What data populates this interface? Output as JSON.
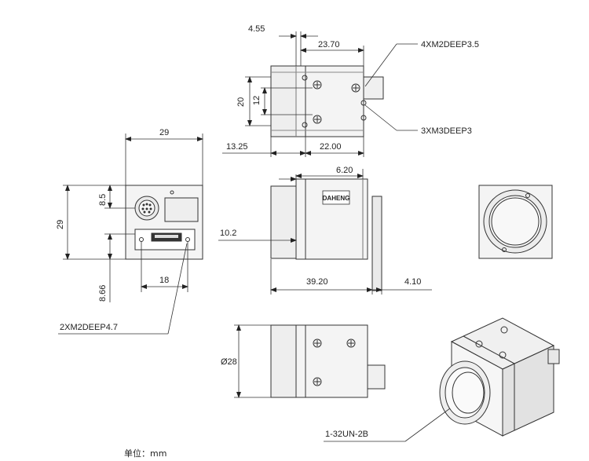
{
  "dimensions": {
    "top_4_55": "4.55",
    "top_23_70": "23.70",
    "top_20": "20",
    "top_12": "12",
    "top_13_25": "13.25",
    "top_22_00": "22.00",
    "left_29_width": "29",
    "left_8_5": "8.5",
    "left_29_height": "29",
    "left_18": "18",
    "left_8_66": "8.66",
    "mid_6_20": "6.20",
    "mid_10_2": "10.2",
    "mid_39_20": "39.20",
    "mid_4_10": "4.10",
    "bottom_dia_28": "Ø28"
  },
  "callouts": {
    "holes_top_4x": "4XM2DEEP3.5",
    "holes_top_3x": "3XM3DEEP3",
    "holes_back_2x": "2XM2DEEP4.7",
    "lens_mount": "1-32UN-2B"
  },
  "logo_text": "DAHENG",
  "unit_note": "单位：mm",
  "colors": {
    "line": "#333333",
    "thin": "#555555",
    "fill_light": "#f2f2f2",
    "fill_mid": "#e6e6e6"
  }
}
